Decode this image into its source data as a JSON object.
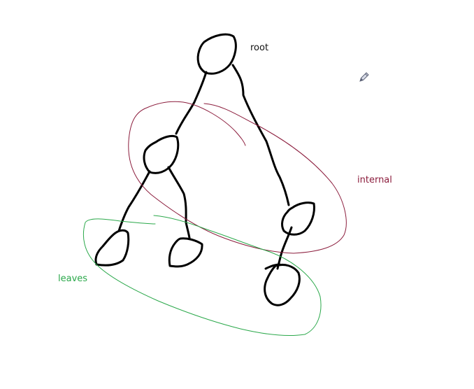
{
  "labels": {
    "root": "root",
    "internal": "internal",
    "leaves": "leaves"
  },
  "colors": {
    "ink": "#000000",
    "internal": "#8b1c3c",
    "leaves": "#2aa84a",
    "background": "#ffffff"
  },
  "cursor": {
    "icon": "pencil-cursor-icon"
  }
}
